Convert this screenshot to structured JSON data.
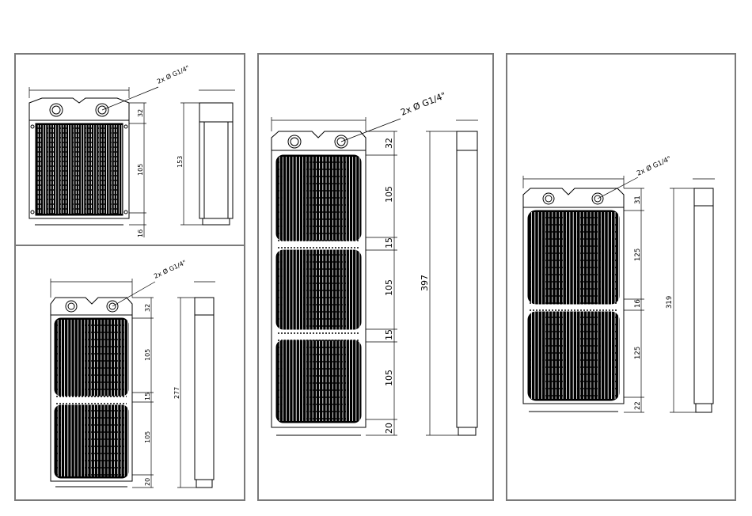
{
  "colors": {
    "line": "#000000",
    "frame": "#7a7a7a",
    "background": "#ffffff"
  },
  "thread_note": "2x Ø G1/4\"",
  "rad120": {
    "top": "32",
    "core": "105",
    "bottom": "16",
    "length": "153"
  },
  "rad240": {
    "top": "32",
    "core_a": "105",
    "gap": "15",
    "core_b": "105",
    "bottom": "20",
    "length": "277"
  },
  "rad360": {
    "top": "32",
    "core_a": "105",
    "gap_a": "15",
    "core_b": "105",
    "gap_b": "15",
    "core_c": "105",
    "bottom": "20",
    "length": "397"
  },
  "rad280": {
    "top": "31",
    "core_a": "125",
    "gap": "16",
    "core_b": "125",
    "bottom": "22",
    "length": "319"
  }
}
